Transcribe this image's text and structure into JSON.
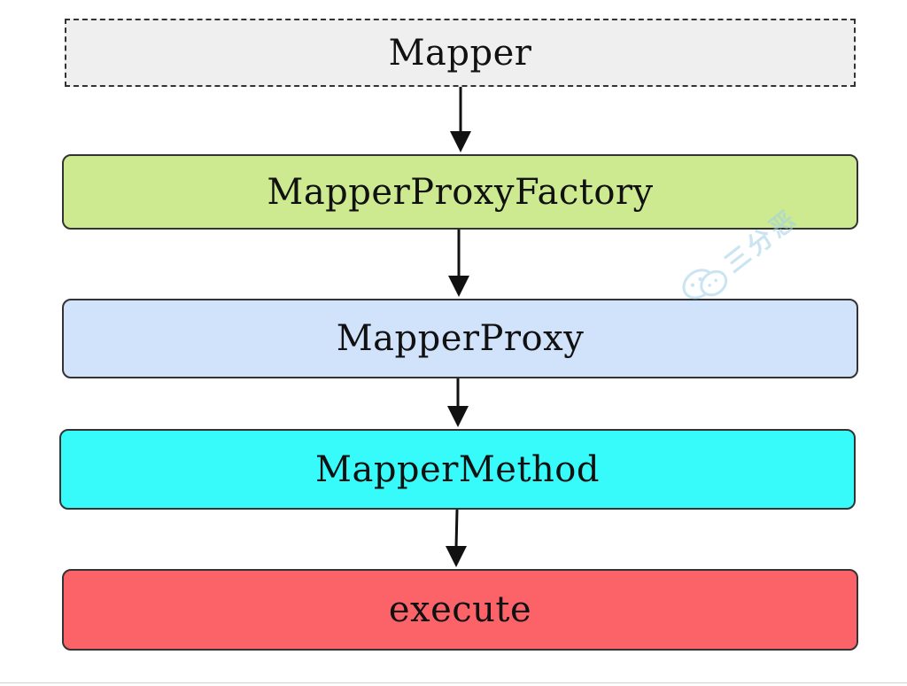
{
  "diagram": {
    "nodes": [
      {
        "id": "mapper",
        "label": "Mapper",
        "fill": "#efefef",
        "border": "dashed"
      },
      {
        "id": "mapper-proxy-factory",
        "label": "MapperProxyFactory",
        "fill": "#cdea91"
      },
      {
        "id": "mapper-proxy",
        "label": "MapperProxy",
        "fill": "#d1e2fb"
      },
      {
        "id": "mapper-method",
        "label": "MapperMethod",
        "fill": "#37fafa"
      },
      {
        "id": "execute",
        "label": "execute",
        "fill": "#fb6368"
      }
    ],
    "edges": [
      {
        "from": "mapper",
        "to": "mapper-proxy-factory"
      },
      {
        "from": "mapper-proxy-factory",
        "to": "mapper-proxy"
      },
      {
        "from": "mapper-proxy",
        "to": "mapper-method"
      },
      {
        "from": "mapper-method",
        "to": "execute"
      }
    ]
  },
  "watermark": {
    "icon": "wechat-icon",
    "text": "三分恶",
    "color": "#9fcfe8"
  }
}
